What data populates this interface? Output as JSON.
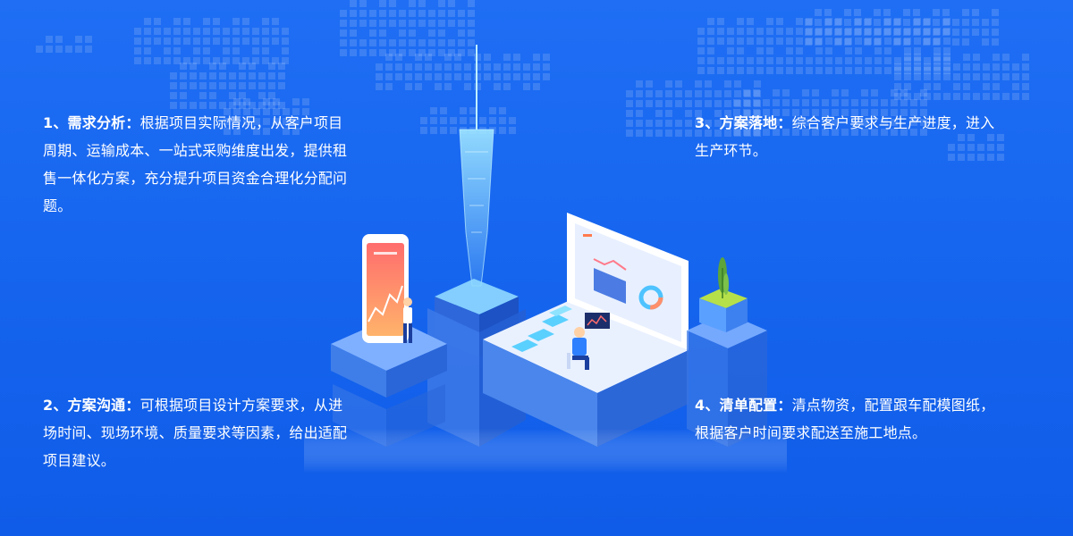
{
  "blocks": [
    {
      "num": "1、",
      "title": "需求分析",
      "sep": "：",
      "text": "根据项目实际情况，从客户项目周期、运输成本、一站式采购维度出发，提供租售一体化方案，充分提升项目资金合理化分配问题。"
    },
    {
      "num": "2、",
      "title": "方案沟通",
      "sep": "：",
      "text": "可根据项目设计方案要求，从进场时间、现场环境、质量要求等因素，给出适配项目建议。"
    },
    {
      "num": "3、",
      "title": "方案落地",
      "sep": "：",
      "text": "综合客户要求与生产进度，进入生产环节。"
    },
    {
      "num": "4、",
      "title": "清单配置",
      "sep": "：",
      "text": "清点物资，配置跟车配模图纸，根据客户时间要求配送至施工地点。"
    }
  ],
  "colors": {
    "background": "#1766ef",
    "text": "#ffffff",
    "accent_orange": "#ff7a4d",
    "platform_light": "#6fa6ff",
    "platform_dark": "#2f6fe6"
  },
  "icons": [
    "world-map-dots-icon",
    "tv-tower-icon",
    "smartphone-chart-icon",
    "monitor-dashboard-icon",
    "potted-plant-icon",
    "person-at-desk-icon",
    "person-standing-icon"
  ]
}
